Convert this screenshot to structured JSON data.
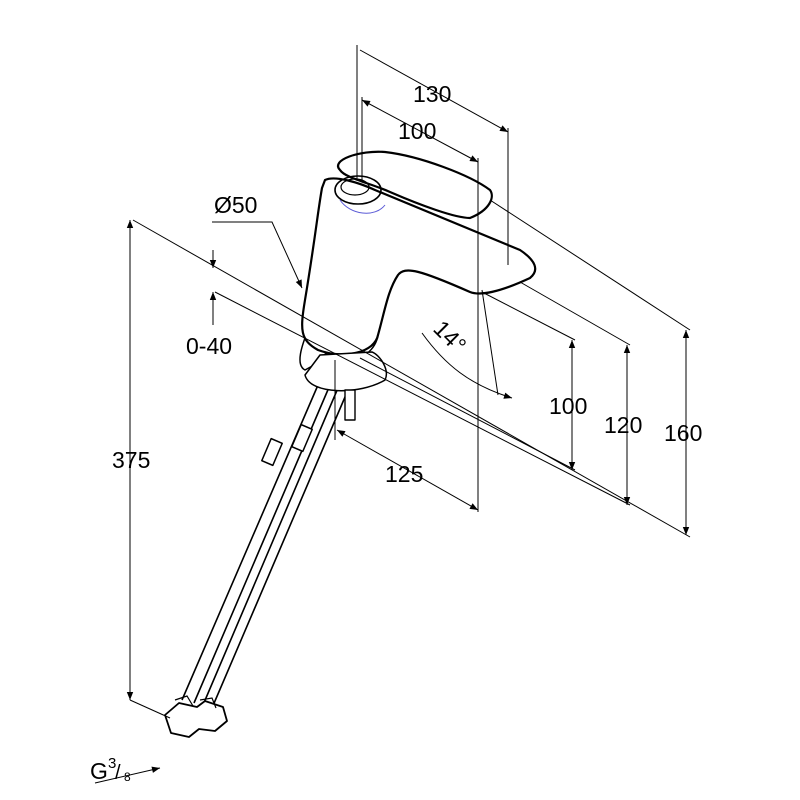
{
  "title": "Faucet dimension drawing",
  "dimensions": {
    "width_overall": "130",
    "width_lever": "100",
    "diameter": "Ø50",
    "adjust_range": "0-40",
    "hose_length": "375",
    "spout_reach": "125",
    "lever_angle": "14°",
    "spout_height": "100",
    "height_mid": "120",
    "height_overall": "160",
    "thread_main": "G",
    "thread_num": "3",
    "thread_den": "8"
  },
  "colors": {
    "line": "#000000",
    "accent": "#5b5bd6"
  }
}
